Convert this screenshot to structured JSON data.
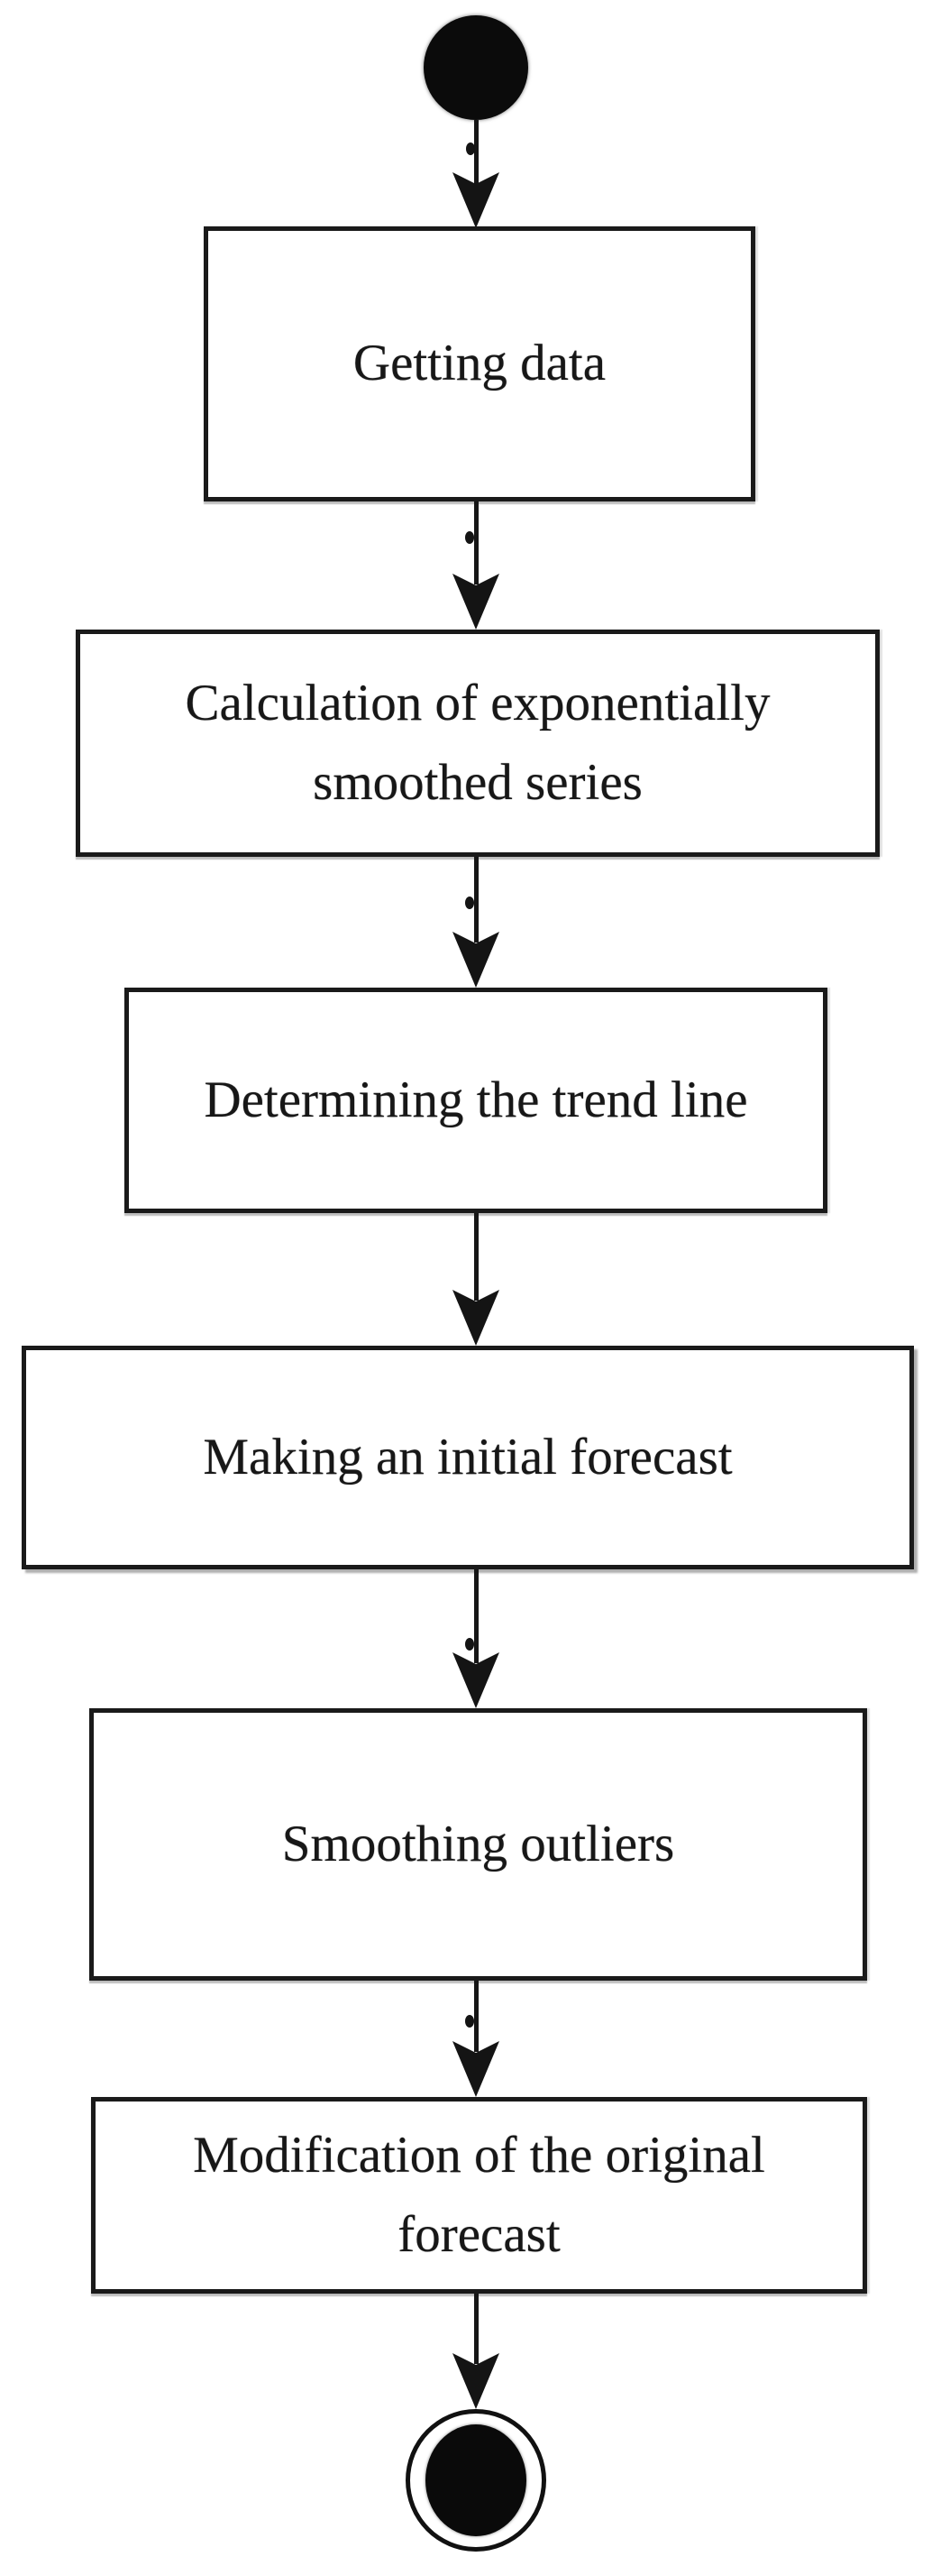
{
  "colors": {
    "ink": "#161616",
    "paper": "#ffffff"
  },
  "diagram": {
    "type": "uml-activity-flowchart",
    "orientation": "top-to-bottom",
    "start_node": "start",
    "end_node": "end",
    "steps": [
      {
        "id": 1,
        "label": "Getting data"
      },
      {
        "id": 2,
        "label": "Calculation of exponentially smoothed series"
      },
      {
        "id": 3,
        "label": "Determining the trend line"
      },
      {
        "id": 4,
        "label": "Making an initial forecast"
      },
      {
        "id": 5,
        "label": "Smoothing outliers"
      },
      {
        "id": 6,
        "label": "Modification of the original forecast"
      }
    ],
    "edges": [
      {
        "from": "start",
        "to": "step-1"
      },
      {
        "from": "step-1",
        "to": "step-2"
      },
      {
        "from": "step-2",
        "to": "step-3"
      },
      {
        "from": "step-3",
        "to": "step-4"
      },
      {
        "from": "step-4",
        "to": "step-5"
      },
      {
        "from": "step-5",
        "to": "step-6"
      },
      {
        "from": "step-6",
        "to": "end"
      }
    ]
  }
}
